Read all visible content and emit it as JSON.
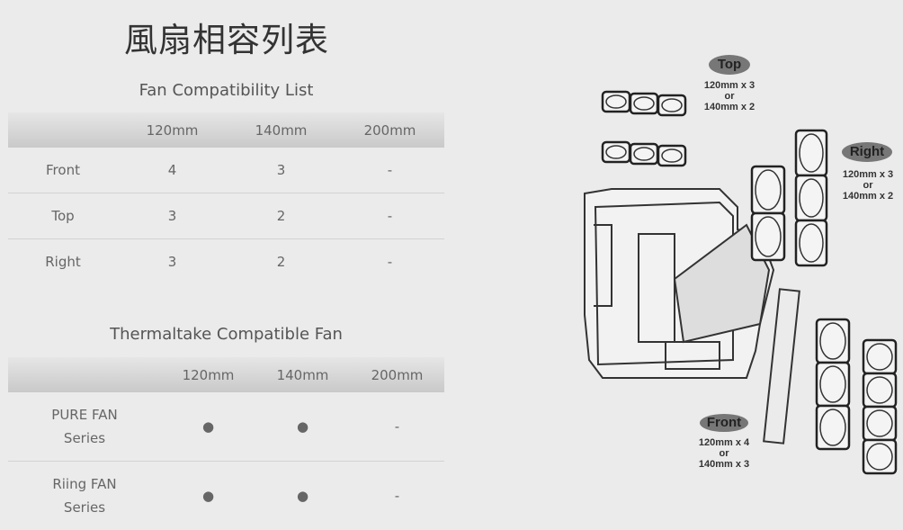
{
  "title": "風扇相容列表",
  "fan_compat": {
    "title": "Fan Compatibility List",
    "headers": [
      "",
      "120mm",
      "140mm",
      "200mm"
    ],
    "rows": [
      {
        "label": "Front",
        "c120": "4",
        "c140": "3",
        "c200": "-"
      },
      {
        "label": "Top",
        "c120": "3",
        "c140": "2",
        "c200": "-"
      },
      {
        "label": "Right",
        "c120": "3",
        "c140": "2",
        "c200": "-"
      }
    ]
  },
  "tt_compat": {
    "title": "Thermaltake Compatible Fan",
    "headers": [
      "",
      "120mm",
      "140mm",
      "200mm"
    ],
    "rows": [
      {
        "label": "PURE FAN Series",
        "c120": "●",
        "c140": "●",
        "c200": "-"
      },
      {
        "label": "Riing FAN Series",
        "c120": "●",
        "c140": "●",
        "c200": "-"
      }
    ]
  },
  "diagram": {
    "top": {
      "label": "Top",
      "l1": "120mm x 3",
      "l2": "or",
      "l3": "140mm x 2"
    },
    "right": {
      "label": "Right",
      "l1": "120mm x 3",
      "l2": "or",
      "l3": "140mm x 2"
    },
    "front": {
      "label": "Front",
      "l1": "120mm x 4",
      "l2": "or",
      "l3": "140mm x 3"
    }
  }
}
